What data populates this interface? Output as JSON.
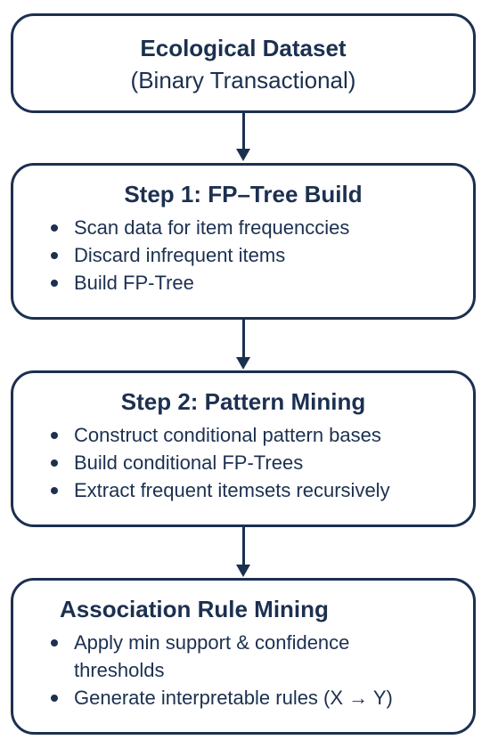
{
  "dataset": {
    "title": "Ecological Dataset",
    "subtitle": "(Binary Transactional)"
  },
  "step1": {
    "title": "Step 1: FP–Tree Build",
    "items": [
      "Scan data for item frequenccies",
      "Discard infrequent items",
      "Build FP-Tree"
    ]
  },
  "step2": {
    "title": "Step 2: Pattern Mining",
    "items": [
      "Construct conditional pattern bases",
      "Build conditional FP-Trees",
      "Extract frequent itemsets recursively"
    ]
  },
  "rules": {
    "title": "Association Rule Mining",
    "items": [
      "Apply min support & confidence",
      "thresholds",
      "Generate interpretable rules (X → Y)"
    ]
  }
}
